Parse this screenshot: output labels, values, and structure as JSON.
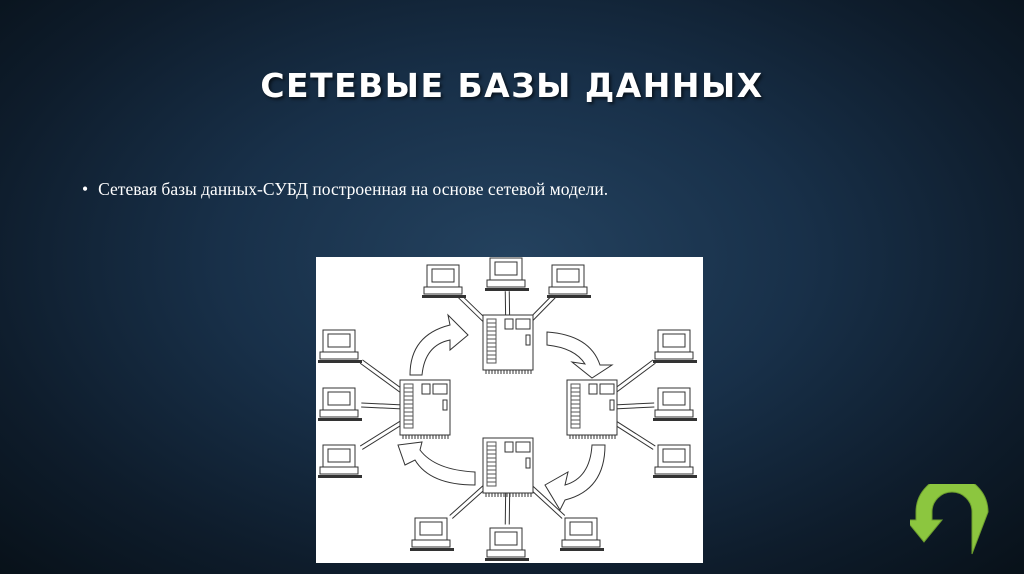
{
  "slide": {
    "title": "СЕТЕВЫЕ БАЗЫ ДАННЫХ",
    "bullets": [
      "Сетевая базы данных-СУБД построенная на основе сетевой модели."
    ]
  },
  "diagram": {
    "servers": 4,
    "workstations_per_server": 3
  },
  "nav": {
    "icon": "u-turn-back-icon",
    "color": "#8cc63f"
  }
}
